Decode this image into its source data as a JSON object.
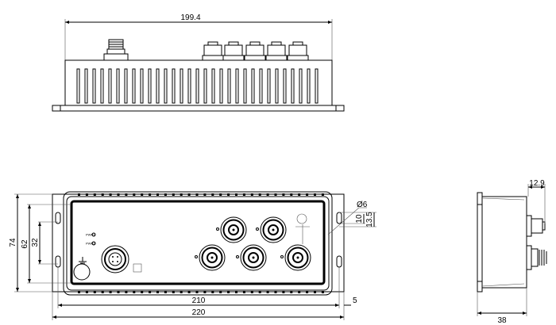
{
  "drawing": {
    "top_view": {
      "dim_length": "199.4"
    },
    "front_view": {
      "dim_height_total": "74",
      "dim_height_inner": "62",
      "dim_hole_spacing": "32",
      "dim_hole_pitch": "210",
      "dim_width_total": "220",
      "dim_edge": "5",
      "dim_hole_diameter": "Ø6",
      "dim_slot_10": "10",
      "dim_slot_13_5": "13.5",
      "led_labels": [
        "PWR1",
        "PWR2"
      ]
    },
    "side_view": {
      "dim_connector": "12.9",
      "dim_depth": "38"
    }
  }
}
